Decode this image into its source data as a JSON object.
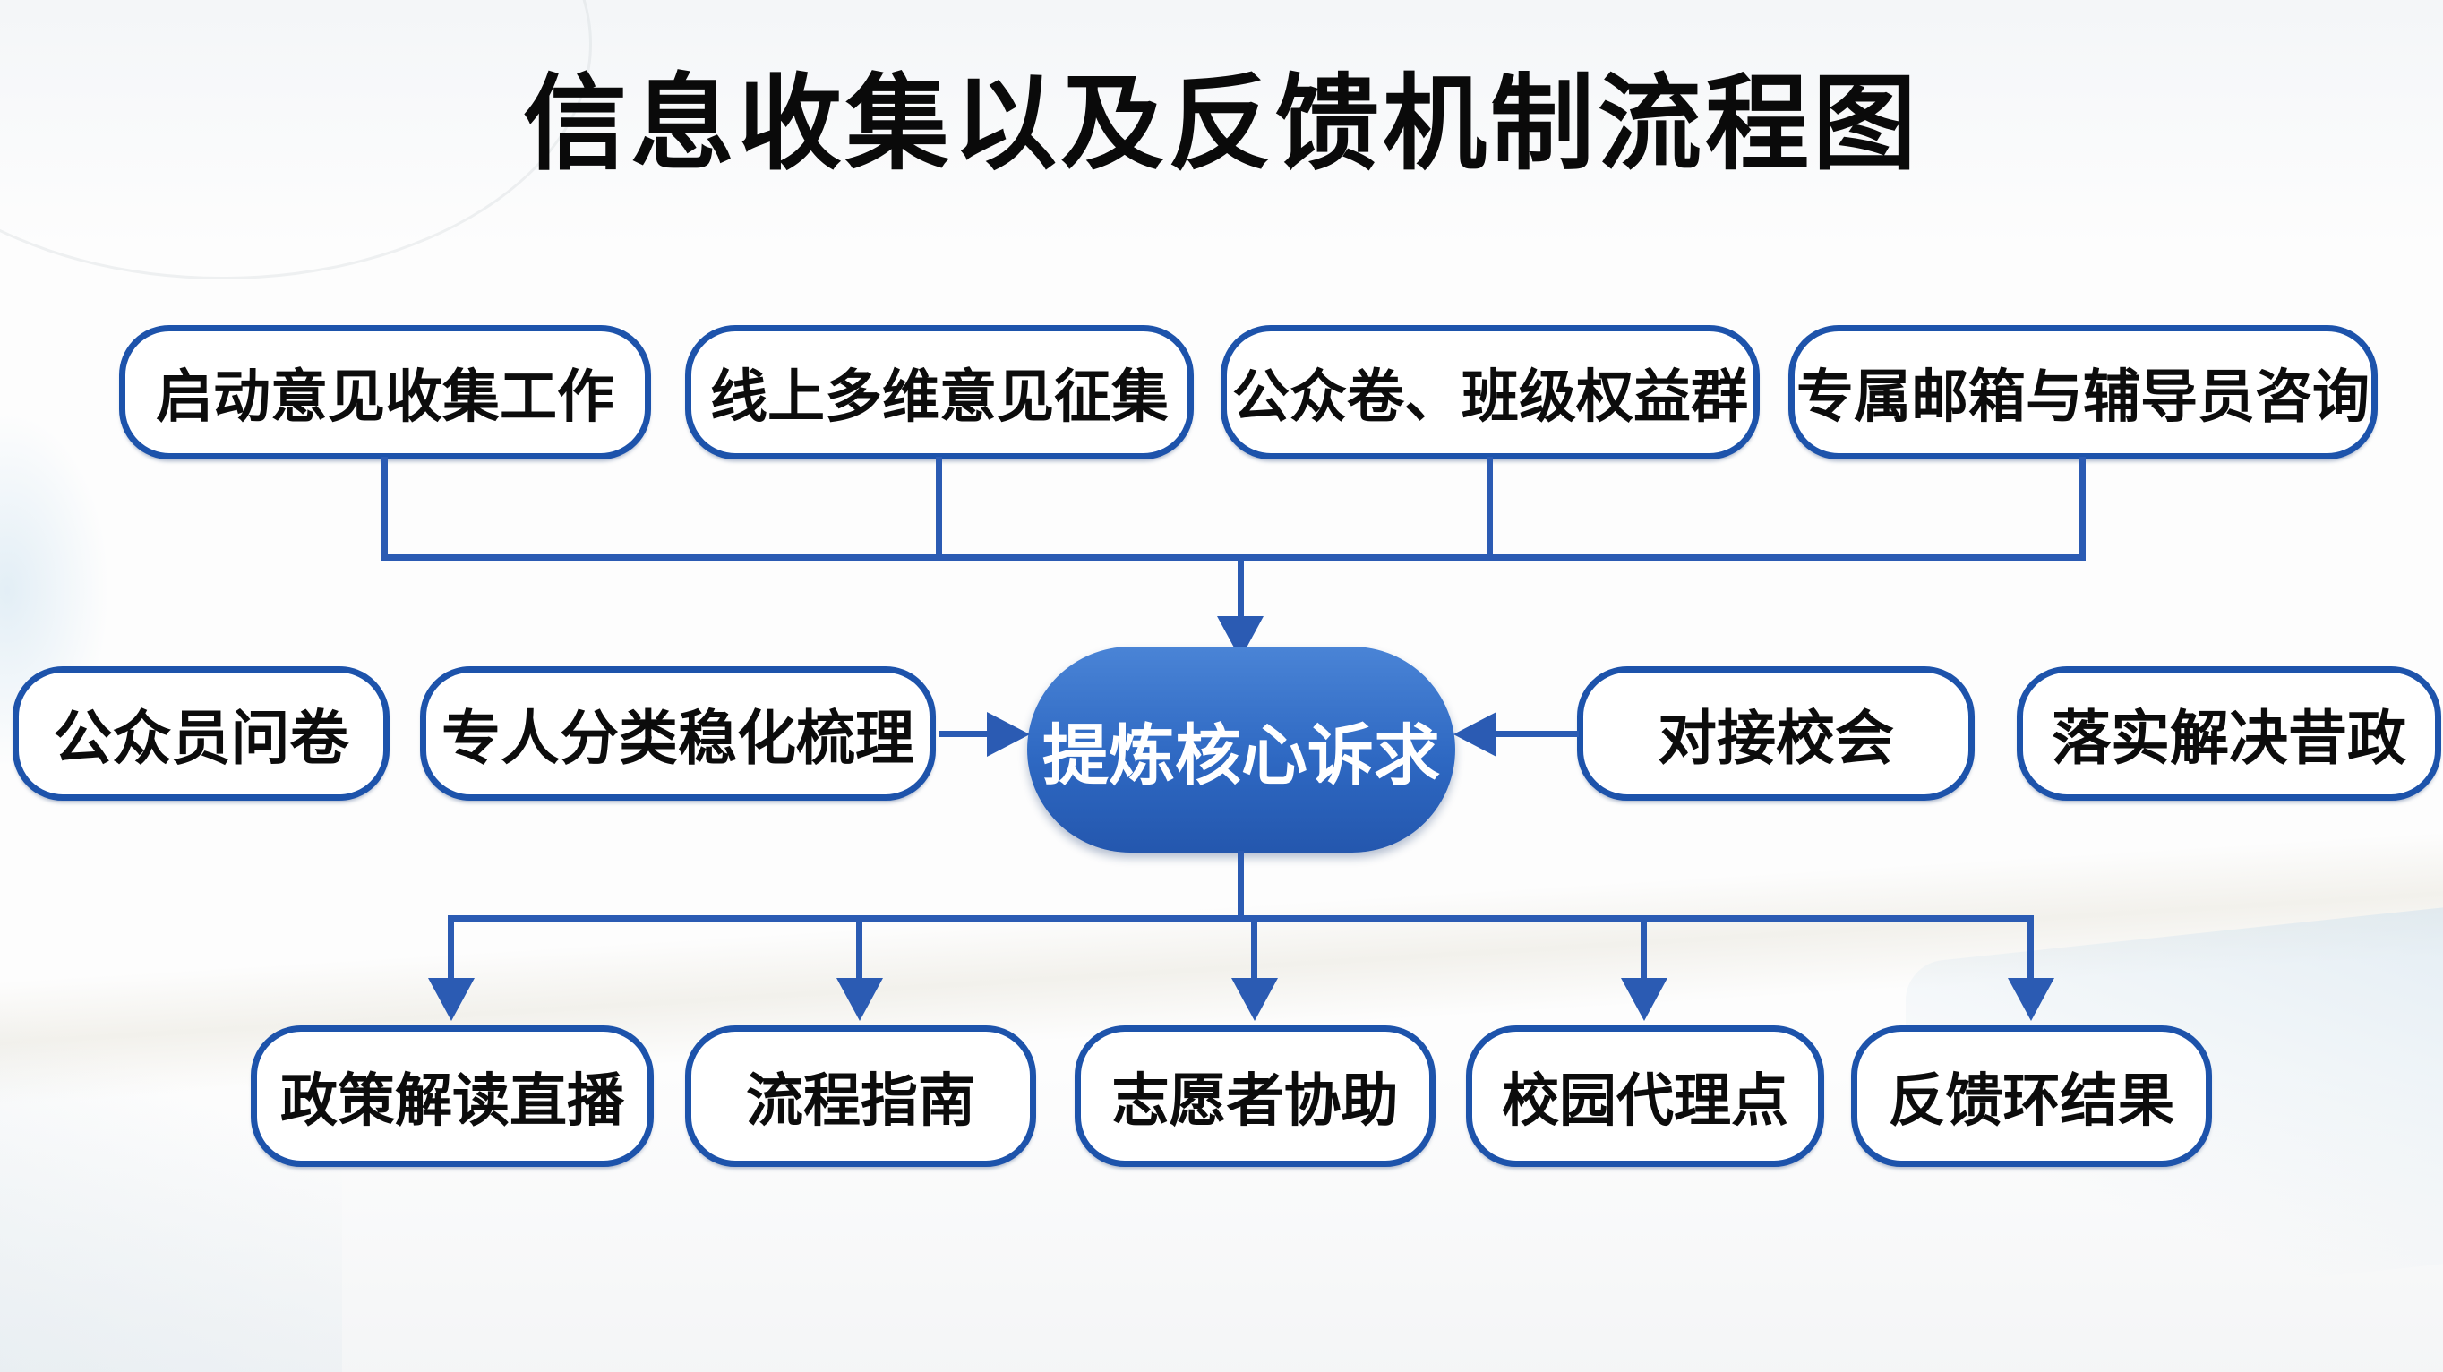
{
  "title": "信息收集以及反馈机制流程图",
  "colors": {
    "node_border": "#1d53ab",
    "connector": "#2b5bb3",
    "center_fill": "#2e68c2",
    "center_text": "#ffffff",
    "text": "#0c0c0c",
    "background": "#fdfdfd"
  },
  "diagram": {
    "top_row": [
      {
        "label": "启动意见收集工作"
      },
      {
        "label": "线上多维意见征集"
      },
      {
        "label": "公众卷、班级权益群"
      },
      {
        "label": "专属邮箱与辅导员咨询"
      }
    ],
    "middle_row": {
      "left_outer": {
        "label": "公众员问卷"
      },
      "left_inner": {
        "label": "专人分类稳化梳理"
      },
      "center": {
        "label": "提炼核心诉求"
      },
      "right_inner": {
        "label": "对接校会"
      },
      "right_outer": {
        "label": "落实解决昔政"
      }
    },
    "bottom_row": [
      {
        "label": "政策解读直播"
      },
      {
        "label": "流程指南"
      },
      {
        "label": "志愿者协助"
      },
      {
        "label": "校园代理点"
      },
      {
        "label": "反馈环结果"
      }
    ],
    "edges": [
      {
        "from": "启动意见收集工作",
        "to": "提炼核心诉求"
      },
      {
        "from": "线上多维意见征集",
        "to": "提炼核心诉求"
      },
      {
        "from": "公众卷、班级权益群",
        "to": "提炼核心诉求"
      },
      {
        "from": "专属邮箱与辅导员咨询",
        "to": "提炼核心诉求"
      },
      {
        "from": "专人分类稳化梳理",
        "to": "提炼核心诉求"
      },
      {
        "from": "对接校会",
        "to": "提炼核心诉求"
      },
      {
        "from": "提炼核心诉求",
        "to": "政策解读直播"
      },
      {
        "from": "提炼核心诉求",
        "to": "流程指南"
      },
      {
        "from": "提炼核心诉求",
        "to": "志愿者协助"
      },
      {
        "from": "提炼核心诉求",
        "to": "校园代理点"
      },
      {
        "from": "提炼核心诉求",
        "to": "反馈环结果"
      }
    ]
  }
}
